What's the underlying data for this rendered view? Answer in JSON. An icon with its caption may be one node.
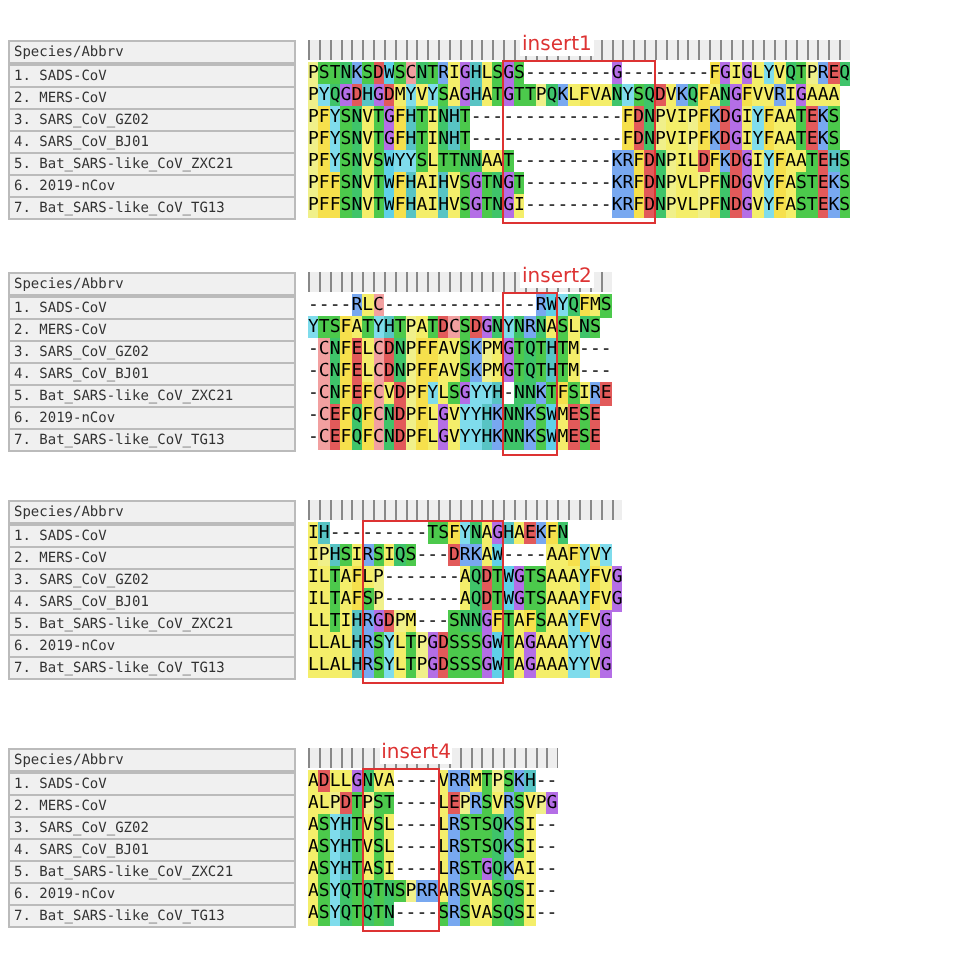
{
  "diagram": {
    "nodes": [
      {
        "text": [
          "insert1"
        ]
      },
      {
        "text": [
          "insert2"
        ]
      },
      {
        "text": [],
        "shape": "box"
      },
      {
        "text": [
          "insert4"
        ]
      }
    ],
    "labels": [
      "Species/Abbrv",
      "1.  SADS-CoV",
      "PSTNKSDWSCNTRIGHLSGS--------G--------FGIGLYVQTPREQ",
      "2.  MERS-CoV",
      "PYQGDHGDMYVYSAGHATGTTPQKLFVANYSQDVKQFANGFVVRIGAAA",
      "3.  SARS_CoV_GZ02",
      "PFYSNVTGFHTINHT--------------FDNPVIPFKDGIYFAATEKS",
      "4.  SARS_CoV_BJ01",
      "PFYSNVTGFHTINHT--------------FDNPVIPFKDGIYFAATEKS",
      "5.  Bat_SARS-like_CoV_ZXC21",
      "PFYSNVSWYYSLTTNNAAT---------KRFDNPILDFKDGIYFAATEHS",
      "6.  2019-nCov",
      "PFFSNVTWFHAIHVSGTNGT--------KRFDNPVLPFNDGVYFASTEKS",
      "7.  Bat_SARS-like_CoV_TG13",
      "PFFSNVTWFHAIHVSGTNGI--------KRFDNPVLPFNDGVYFASTEKS",
      "Species/Abbrv",
      "1.  SADS-CoV",
      "----RLC--------------RWYQFMS",
      "2.  MERS-CoV",
      "YTSFATYHTPATDCSDGNYNRNASLNS",
      "3.  SARS_CoV_GZ02",
      "-CNFELCDNPFFAVSKPMGTQTHTM---",
      "4.  SARS_CoV_BJ01",
      "-CNFELCDNPFFAVSKPMGTQTHTM---",
      "5.  Bat_SARS-like_CoV_ZXC21",
      "-CNFEFCVDPFYLSGYYH-NNKTFSIRE",
      "6.  2019-nCov",
      "-CEFQFCNDPFLGVYYHKNNKSWMESE",
      "7.  Bat_SARS-like_CoV_TG13",
      "-CEFQFCNDPFLGVYYHKNNKSWMESE",
      "Species/Abbrv",
      "1.  SADS-CoV",
      "IH---------TSFYNAGHAEKFN",
      "2.  MERS-CoV",
      "IPHSIRSIQS---DRKAW----AAFYVY",
      "3.  SARS_CoV_GZ02",
      "ILTAFLP-------AQDTWGTSAAAYFVG",
      "4.  SARS_CoV_BJ01",
      "ILTAFSP-------AQDTWGTSAAAYFVG",
      "5.  Bat_SARS-like_CoV_ZXC21",
      "LLTIHRGDPM---SNNGFTAFSAAYFVG",
      "6.  2019-nCov",
      "LLALHRSYLTPGDSSSGWTAGAAAYYVG",
      "7.  Bat_SARS-like_CoV_TG13",
      "LLALHRSYLTPGDSSSGWTAGAAAYYVG",
      "Species/Abbrv",
      "1.  SADS-CoV",
      "ADLLGNVA----VRRMTPSKH--",
      "2.  MERS-CoV",
      "ALPDTPST----LEPRSVRSVPG",
      "3.  SARS_CoV_GZ02",
      "ASYHTVSL----LRSTSQKSI--",
      "4.  SARS_CoV_BJ01",
      "ASYHTVSL----LRSTSQKSI--",
      "5.  Bat_SARS-like_CoV_ZXC21",
      "ASYHTASI----LRSTGQKAI--",
      "6.  2019-nCov",
      "ASYQTQTNSPRRARSVASQSI--",
      "7.  Bat_SARS-like_CoV_TG13",
      "ASYQTQTN----SRSVASQSI--"
    ]
  }
}
